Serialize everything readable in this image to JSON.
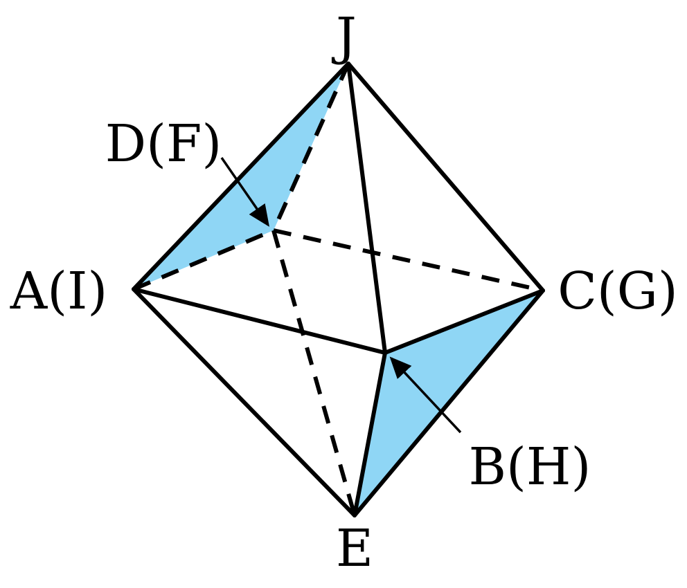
{
  "labels": {
    "J": "J",
    "DF": "D(F)",
    "AI": "A(I)",
    "CG": "C(G)",
    "BH": "B(H)",
    "E": "E"
  },
  "colors": {
    "face_fill": "#8fd6f5",
    "edge": "#000000"
  }
}
